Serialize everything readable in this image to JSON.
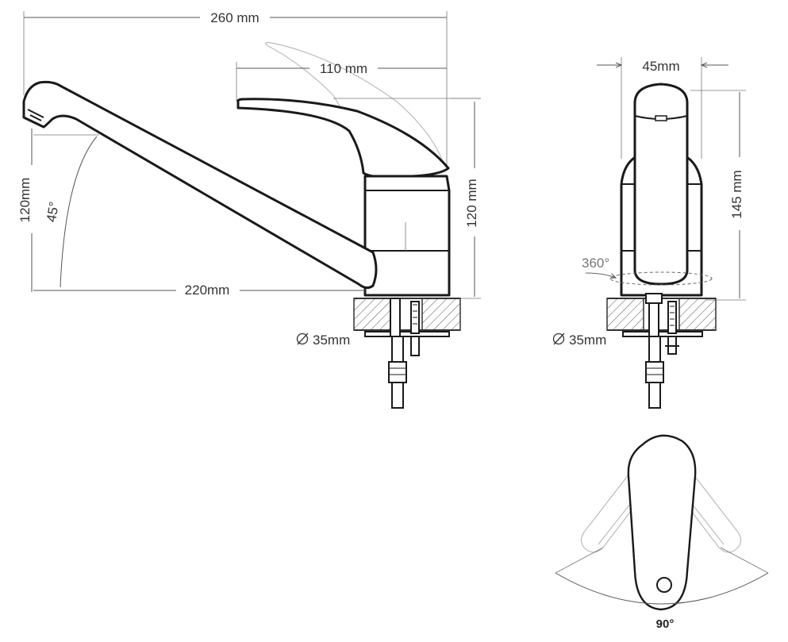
{
  "side_view": {
    "overall_width": "260 mm",
    "lever_length": "110 mm",
    "spout_height": "120mm",
    "spout_angle": "45°",
    "spout_reach": "220mm",
    "body_height": "120 mm",
    "base_diameter": "35mm"
  },
  "front_view": {
    "body_width": "45mm",
    "total_height": "145 mm",
    "rotation": "360°",
    "base_diameter": "35mm"
  },
  "top_view": {
    "lever_swing": "90°"
  }
}
